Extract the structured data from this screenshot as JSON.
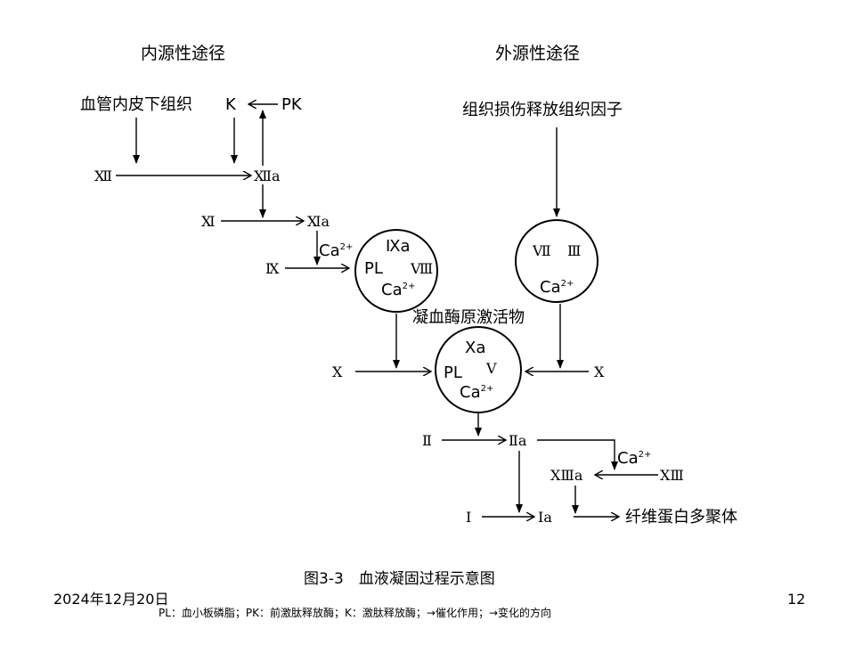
{
  "diagram": {
    "intrinsic_title": "内源性途径",
    "extrinsic_title": "外源性途径",
    "subendothelial": "血管内皮下组织",
    "K": "K",
    "PK": "PK",
    "tissue_injury": "组织损伤释放组织因子",
    "f12": "Ⅻ",
    "f12a": "Ⅻa",
    "f11": "Ⅺ",
    "f11a": "Ⅺa",
    "ca_label": "Ca",
    "ca_sup": "2+",
    "f9": "Ⅸ",
    "c1_f9a": "Ⅸa",
    "c1_PL": "PL",
    "c1_f8": "Ⅷ",
    "c1_Ca": "Ca",
    "c2_f7": "Ⅶ",
    "c2_f3": "Ⅲ",
    "c2_Ca": "Ca",
    "prothrombinase_label": "凝血酶原激活物",
    "f10_left": "Ⅹ",
    "f10_right": "Ⅹ",
    "c3_f10a": "Ⅹa",
    "c3_PL": "PL",
    "c3_f5": "Ⅴ",
    "c3_Ca": "Ca",
    "f2": "Ⅱ",
    "f2a": "Ⅱa",
    "f13": "ⅩⅢ",
    "f13a": "ⅩⅢa",
    "f1": "Ⅰ",
    "f1a": "Ⅰa",
    "fibrin": "纤维蛋白多聚体",
    "caption": "图3-3　血液凝固过程示意图",
    "footnote": "PL：血小板磷脂；PK：前激肽释放酶；K：激肽释放酶；→催化作用；→变化的方向"
  },
  "footer": {
    "date": "2024年12月20日",
    "page": "12"
  }
}
